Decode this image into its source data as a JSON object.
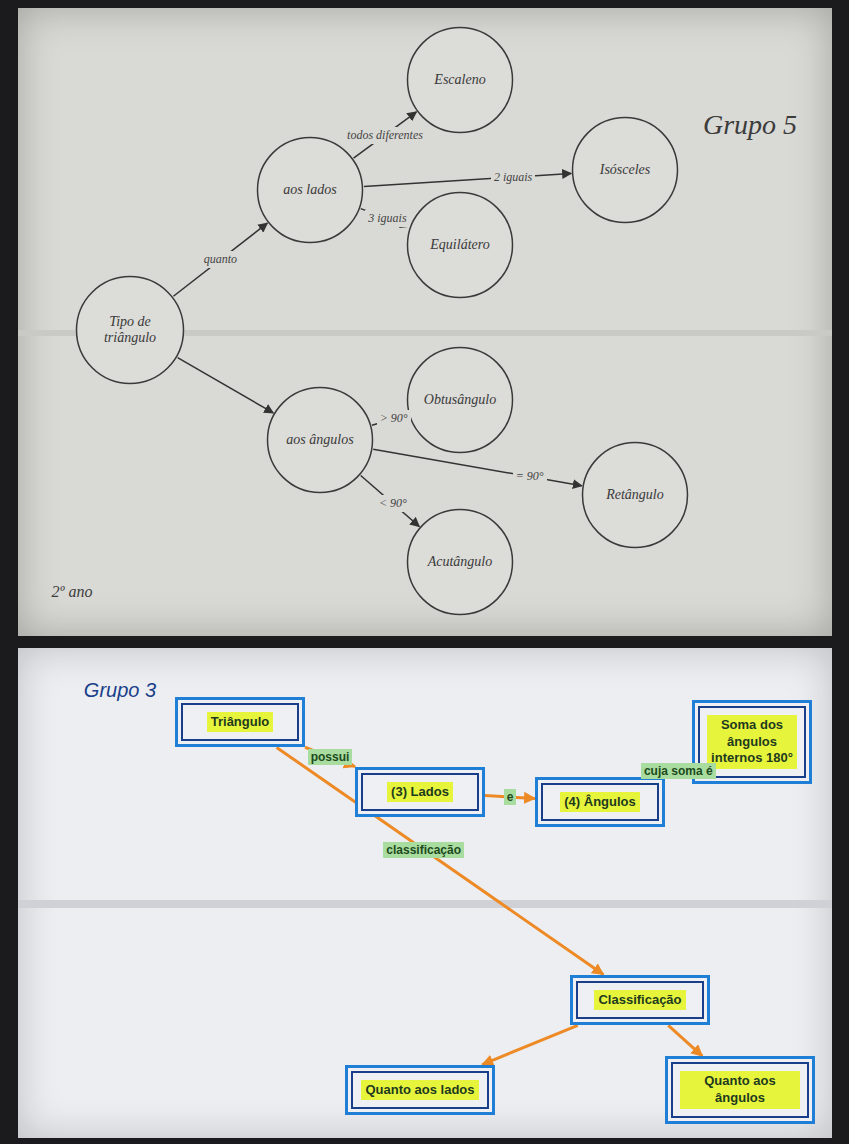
{
  "diagram": {
    "nodes": [
      {
        "text": [
          "Tipo de triângulo"
        ]
      },
      {
        "text": [
          "aos lados"
        ]
      },
      {
        "text": [
          "aos ângulos"
        ]
      },
      {
        "text": [
          "Escaleno"
        ]
      },
      {
        "text": [
          "Equilátero"
        ]
      },
      {
        "text": [
          "Isósceles"
        ]
      },
      {
        "text": [
          "Obtusângulo"
        ]
      },
      {
        "text": [
          "Retângulo"
        ]
      },
      {
        "text": [
          "Acutângulo"
        ]
      },
      {
        "text": [
          "Triângulo"
        ]
      },
      {
        "text": [
          "(3) Lados"
        ]
      },
      {
        "text": [
          "(4) Ângulos"
        ]
      },
      {
        "text": [
          "Soma dos ângulos internos 180°"
        ]
      },
      {
        "text": [
          "Classificação"
        ]
      },
      {
        "text": [
          "Quanto aos lados"
        ]
      },
      {
        "text": [
          "Quanto aos ângulos"
        ]
      }
    ],
    "edges": [
      {
        "from": 0,
        "to": 1,
        "arrow": "to",
        "label": "quanto"
      },
      {
        "from": 0,
        "to": 2,
        "arrow": "to"
      },
      {
        "from": 1,
        "to": 3,
        "arrow": "to",
        "label": "todos diferentes"
      },
      {
        "from": 1,
        "to": 4,
        "arrow": "to",
        "label": "3 iguais"
      },
      {
        "from": 1,
        "to": 5,
        "arrow": "to",
        "label": "2 iguais"
      },
      {
        "from": 2,
        "to": 6,
        "arrow": "to",
        "label": "> 90°"
      },
      {
        "from": 2,
        "to": 7,
        "arrow": "to",
        "label": "= 90°"
      },
      {
        "from": 2,
        "to": 8,
        "arrow": "to",
        "label": "< 90°"
      },
      {
        "from": 9,
        "to": 10,
        "arrow": "to",
        "label": "possui"
      },
      {
        "from": 10,
        "to": 11,
        "arrow": "to",
        "label": "e"
      },
      {
        "from": 11,
        "to": 12,
        "arrow": "to",
        "label": "cuja soma é"
      },
      {
        "from": 9,
        "to": 13,
        "arrow": "to",
        "label": "classificação"
      },
      {
        "from": 13,
        "to": 14,
        "arrow": "to"
      },
      {
        "from": 13,
        "to": 15,
        "arrow": "to"
      }
    ],
    "labels": [
      "Grupo 5",
      "2º ano",
      "Grupo 3"
    ]
  }
}
